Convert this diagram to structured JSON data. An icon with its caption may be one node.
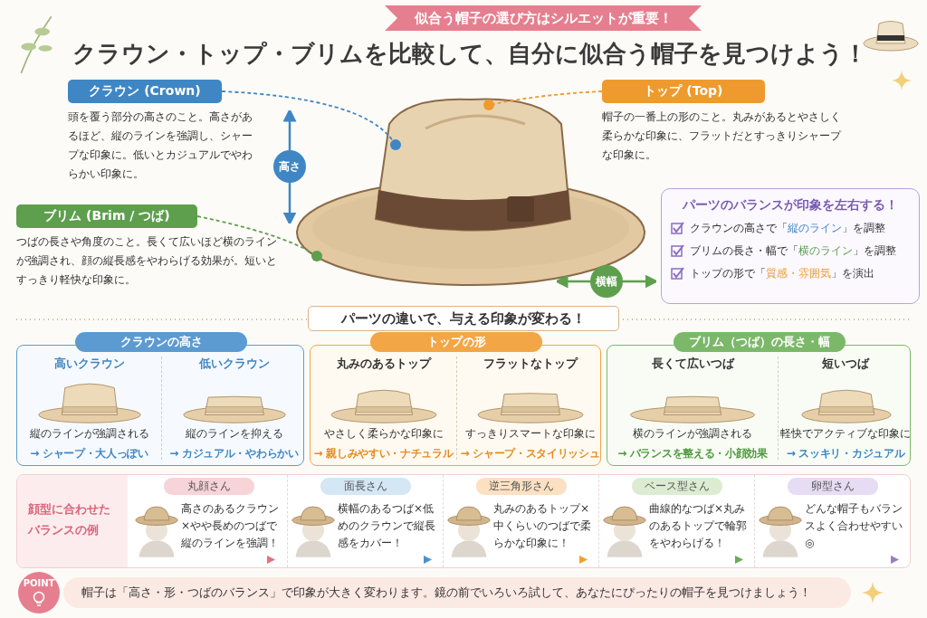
{
  "diagram": {
    "title": "クラウン・トップ・ブリムを比較して、自分に似合う帽子を見つけよう！",
    "nodes": [
      {
        "text": [
          "クラウン (Crown)",
          "頭を覆う部分の高さのこと。高さがあるほど、縦のラインを強調し、シャープな印象に。低いとカジュアルでやわらかい印象に。"
        ]
      },
      {
        "text": [
          "トップ (Top)",
          "帽子の一番上の形のこと。丸みがあるとやさしく柔らかな印象に、フラットだとすっきりシャープな印象に。"
        ]
      },
      {
        "text": [
          "ブリム (Brim / つば)",
          "つばの長さや角度のこと。長くて広いほど横のラインが強調され、顔の縦長感をやわらげる効果が。短いとすっきり軽快な印象に。"
        ]
      },
      {
        "text": [
          "パーツのバランスが印象を左右する！",
          "クラウンの高さで「**縦のライン**」を調整",
          "ブリムの長さ・幅で「**横のライン**」を調整",
          "トップの形で「**質感・雰囲気**」を演出"
        ]
      },
      {
        "text": [
          "クラウンの高さ"
        ]
      },
      {
        "text": [
          "高いクラウン",
          "縦のラインが強調される",
          "→ シャープ・大人っぽい"
        ],
        "in": 4
      },
      {
        "text": [
          "低いクラウン",
          "縦のラインを抑える",
          "→ カジュアル・やわらかい"
        ],
        "in": 4
      },
      {
        "text": [
          "トップの形"
        ]
      },
      {
        "text": [
          "丸みのあるトップ",
          "やさしく柔らかな印象に",
          "→ 親しみやすい・ナチュラル"
        ],
        "in": 7
      },
      {
        "text": [
          "フラットなトップ",
          "すっきりスマートな印象に",
          "→ シャープ・スタイリッシュ"
        ],
        "in": 7
      },
      {
        "text": [
          "ブリム（つば）の長さ・幅"
        ]
      },
      {
        "text": [
          "長くて広いつば",
          "横のラインが強調される",
          "→ バランスを整える・小顔効果"
        ],
        "in": 10
      },
      {
        "text": [
          "短いつば",
          "軽快でアクティブな印象に",
          "→ スッキリ・カジュアル"
        ],
        "in": 10
      },
      {
        "text": [
          "顔型に合わせたバランスの例"
        ]
      },
      {
        "text": [
          "丸顔さん",
          "高さのあるクラウン×やや長めのつばで縦のラインを強調！"
        ],
        "in": 13
      },
      {
        "text": [
          "面長さん",
          "横幅のあるつば×低めのクラウンで縦長感をカバー！"
        ],
        "in": 13
      },
      {
        "text": [
          "逆三角形さん",
          "丸みのあるトップ×中くらいのつばで柔らかな印象に！"
        ],
        "in": 13
      },
      {
        "text": [
          "ベース型さん",
          "曲線的なつば×丸みのあるトップで輪郭をやわらげる！"
        ],
        "in": 13
      },
      {
        "text": [
          "卵型さん",
          "どんな帽子もバランスよく合わせやすい◎"
        ],
        "in": 13
      },
      {
        "text": [
          "帽子は「高さ・形・つばのバランス」で印象が大きく変わります。鏡の前でいろいろ試して、あなたにぴったりの帽子を見つけましょう！"
        ],
        "beside": [
          "POINT"
        ]
      },
      {
        "text": [],
        "shape": "circle"
      },
      {
        "text": [],
        "shape": "circle"
      },
      {
        "text": [],
        "shape": "circle"
      }
    ],
    "edges": [
      {
        "from": 0,
        "to": 20,
        "arrow": "none",
        "style": "dashed",
        "color": "#3f86c4"
      },
      {
        "from": 1,
        "to": 21,
        "arrow": "none",
        "style": "dashed",
        "color": "#ee9a2e"
      },
      {
        "from": 2,
        "to": 22,
        "arrow": "none",
        "style": "dashed",
        "color": "#5e9f4e"
      }
    ],
    "labels": [
      "似合う帽子の選び方はシルエットが重要！",
      "高さ",
      "横幅",
      "パーツの違いで、与える印象が変わる！"
    ]
  }
}
